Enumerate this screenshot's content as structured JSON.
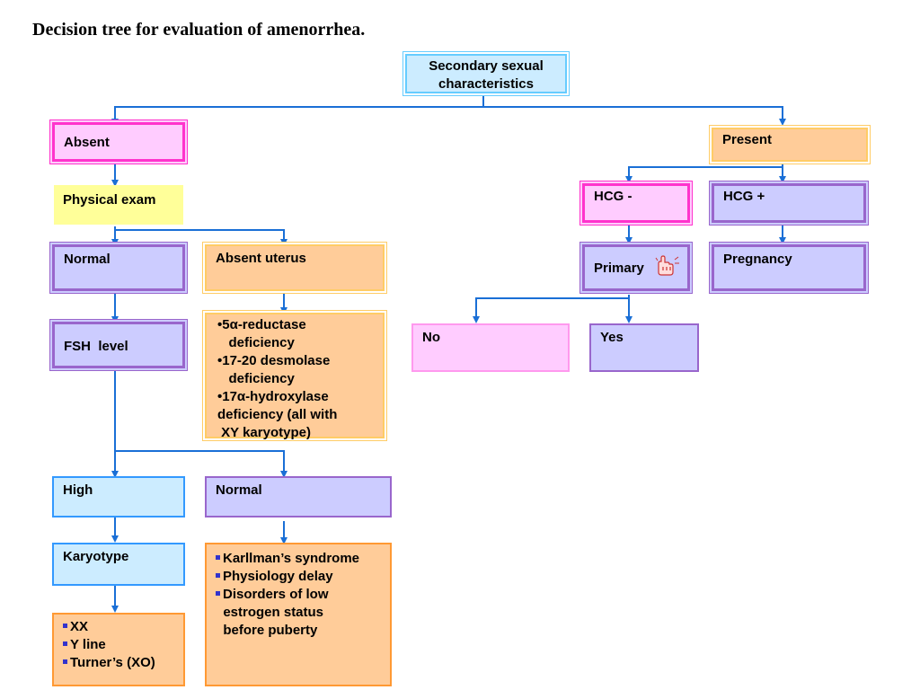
{
  "title": "Decision tree for evaluation of amenorrhea.",
  "nodes": {
    "root": "Secondary sexual\ncharacteristics",
    "absent": "Absent",
    "present": "Present",
    "physical_exam": "Physical exam",
    "normal_1": "Normal",
    "absent_uterus": "Absent uterus",
    "uterus_causes": [
      "•5α-reductase",
      "   deficiency",
      "•17-20 desmolase",
      "   deficiency",
      "•17α-hydroxylase",
      "deficiency (all with",
      " XY karyotype)"
    ],
    "fsh_level": "FSH  level",
    "high": "High",
    "normal_2": "Normal",
    "karyotype": "Karyotype",
    "karyotype_list": [
      "XX",
      "Y line",
      "Turner’s (XO)"
    ],
    "normal_causes": [
      "Karllman’s syndrome",
      "Physiology delay",
      "Disorders of low",
      "  estrogen status",
      "  before puberty"
    ],
    "hcg_neg": "HCG -",
    "hcg_pos": "HCG +",
    "primary": "Primary",
    "pregnancy": "Pregnancy",
    "no": "No",
    "yes": "Yes"
  },
  "colors": {
    "connector": "#1a6fd6",
    "pink": "#ffccff",
    "purple": "#ccccff",
    "orange": "#ffcc99",
    "yellow": "#ffff99",
    "blue": "#ccecff"
  },
  "icons": {
    "primary": "hand-pointing-icon"
  }
}
